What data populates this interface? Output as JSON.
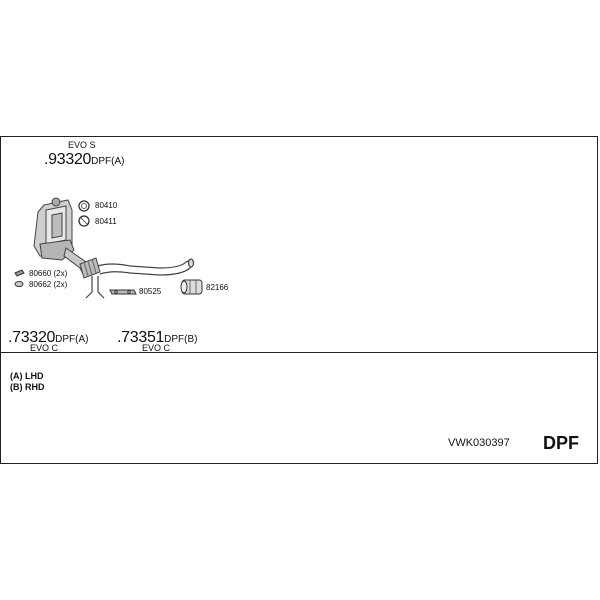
{
  "top_assembly": {
    "variant": "EVO S",
    "code_dot": ".",
    "code": "93320",
    "suffix": "DPF(A)"
  },
  "parts": {
    "p80410": "80410",
    "p80411": "80411",
    "p80660": "80660 (2x)",
    "p80662": "80662 (2x)",
    "p80525": "80525",
    "p82166": "82166"
  },
  "bottom_assemblies": [
    {
      "code_dot": ".",
      "code": "73320",
      "suffix": "DPF(A)",
      "variant": "EVO C"
    },
    {
      "code_dot": ".",
      "code": "73351",
      "suffix": "DPF(B)",
      "variant": "EVO C"
    }
  ],
  "legend": {
    "a": "(A) LHD",
    "b": "(B) RHD"
  },
  "reference": "VWK030397",
  "category": "DPF"
}
